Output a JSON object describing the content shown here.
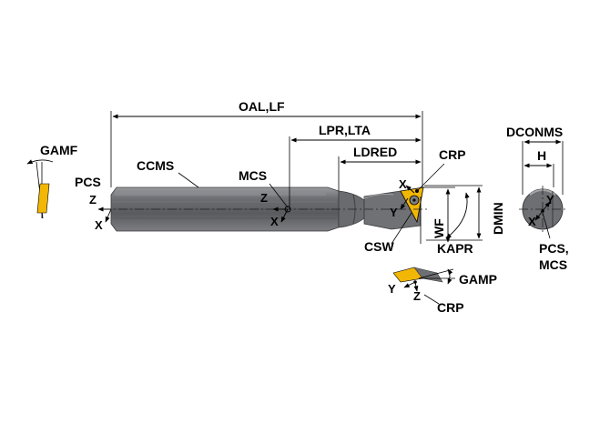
{
  "labels": {
    "oal_lf": "OAL,LF",
    "lpr_lta": "LPR,LTA",
    "ldred": "LDRED",
    "crp_top": "CRP",
    "dconms": "DCONMS",
    "h": "H",
    "gamf": "GAMF",
    "pcs": "PCS",
    "ccms": "CCMS",
    "mcs": "MCS",
    "dmin": "DMIN",
    "wf": "WF",
    "kapr": "KAPR",
    "csw": "CSW",
    "gamp": "GAMP",
    "crp_bottom": "CRP",
    "pcs_mcs_line1": "PCS,",
    "pcs_mcs_line2": "MCS"
  },
  "axes": {
    "x": "X",
    "y": "Y",
    "z": "Z"
  },
  "colors": {
    "body": "#6e6f73",
    "body_dark": "#4d4e52",
    "body_light": "#a9aaae",
    "insert": "#f2b705",
    "line": "#000000"
  }
}
